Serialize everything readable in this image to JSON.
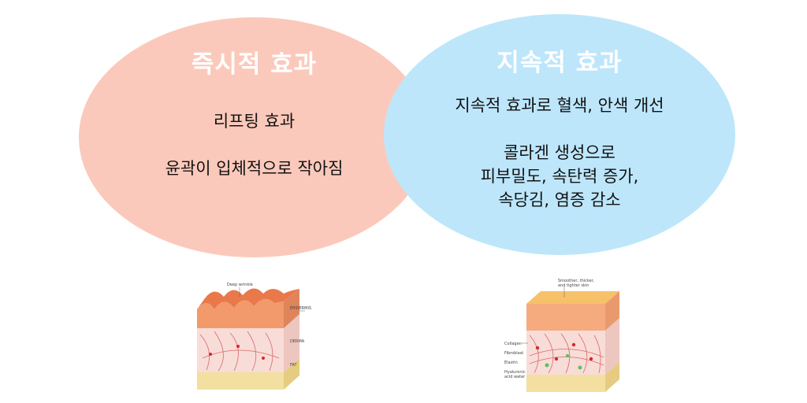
{
  "left": {
    "title": "즉시적 효과",
    "line1": "리프팅 효과",
    "line2": "윤곽이 입체적으로 작아짐",
    "color": "#fbc9bb"
  },
  "right": {
    "title": "지속적 효과",
    "line1": "지속적 효과로 혈색, 안색 개선",
    "line2a": "콜라겐 생성으로",
    "line2b": "피부밀도, 속탄력 증가,",
    "line2c": "속당김, 염증 감소",
    "color": "#bde6fb"
  },
  "illustration_left": {
    "top_label": "Deep wrinkle",
    "labels": [
      "EPIDERMIS",
      "DERMA",
      "FAT"
    ]
  },
  "illustration_right": {
    "top_label_1": "Smoother, thicker,",
    "top_label_2": "and tighter skin",
    "labels": [
      "Collagen",
      "Fibroblast",
      "Elastin",
      "Hyaluronic",
      "acid water"
    ]
  }
}
